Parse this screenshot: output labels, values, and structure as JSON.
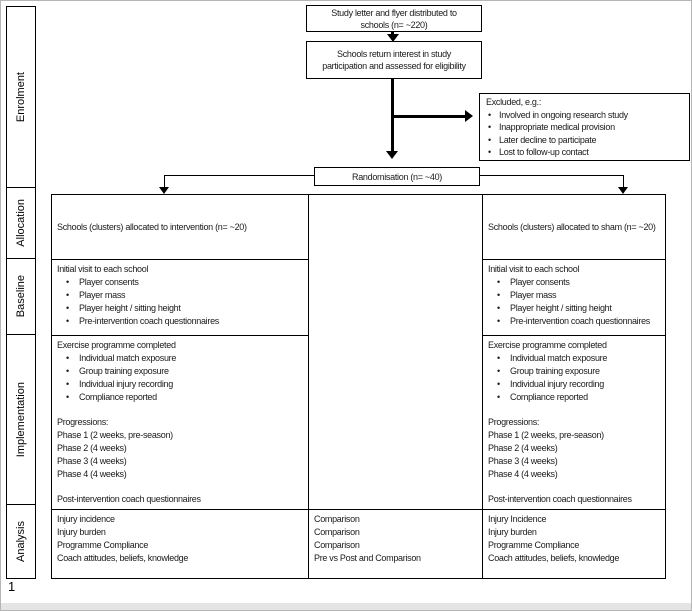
{
  "page": {
    "number": "1"
  },
  "sidebar": {
    "stages": [
      "Enrolment",
      "Allocation",
      "Baseline",
      "Implementation",
      "Analysis"
    ]
  },
  "enrolment": {
    "distribution_box": "Study letter and flyer distributed to schools (n= ~220)",
    "interest_box": "Schools return interest in study participation and assessed for eligibility",
    "excluded_box": {
      "title": "Excluded, e.g.:",
      "items": [
        "Involved in ongoing research study",
        "Inappropriate medical provision",
        "Later decline to participate",
        "Lost to follow-up contact"
      ]
    },
    "randomisation_box": "Randomisation (n= ~40)"
  },
  "intervention_arm": {
    "allocation": "Schools (clusters) allocated to intervention (n= ~20)",
    "baseline": {
      "intro": "Initial visit to each school",
      "items": [
        "Player consents",
        "Player mass",
        "Player height / sitting height",
        "Pre-intervention coach questionnaires"
      ]
    },
    "implementation": {
      "intro": "Exercise programme completed",
      "items": [
        "Individual match exposure",
        "Group training exposure",
        "Individual injury recording",
        "Compliance reported"
      ],
      "progressions_title": "Progressions:",
      "phases": [
        "Phase 1 (2 weeks, pre-season)",
        "Phase 2 (4 weeks)",
        "Phase 3 (4 weeks)",
        "Phase 4 (4 weeks)"
      ],
      "post_note": "Post-intervention coach questionnaires"
    },
    "analysis": [
      "Injury incidence",
      "Injury burden",
      "Programme Compliance",
      "Coach attitudes, beliefs, knowledge"
    ]
  },
  "comparison": {
    "analysis": [
      "Comparison",
      "Comparison",
      "Comparison",
      "Pre vs Post and Comparison"
    ]
  },
  "sham_arm": {
    "allocation": "Schools (clusters) allocated to sham (n= ~20)",
    "baseline": {
      "intro": "Initial visit to each school",
      "items": [
        "Player consents",
        "Player mass",
        "Player height / sitting height",
        "Pre-intervention coach questionnaires"
      ]
    },
    "implementation": {
      "intro": "Exercise programme completed",
      "items": [
        "Individual match exposure",
        "Group training exposure",
        "Individual injury recording",
        "Compliance reported"
      ],
      "progressions_title": "Progressions:",
      "phases": [
        "Phase 1 (2 weeks, pre-season)",
        "Phase 2 (4 weeks)",
        "Phase 3 (4 weeks)",
        "Phase 4 (4 weeks)"
      ],
      "post_note": "Post-intervention coach questionnaires"
    },
    "analysis": [
      "Injury Incidence",
      "Injury burden",
      "Programme Compliance",
      "Coach attitudes, beliefs, knowledge"
    ]
  },
  "colors": {
    "box_border": "#000000",
    "frame_border": "#b5b5b5",
    "footer_strip": "#e4e4e4",
    "text": "#1a1a1a"
  }
}
